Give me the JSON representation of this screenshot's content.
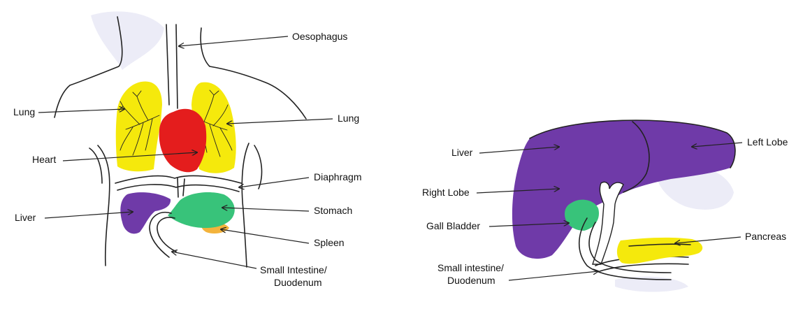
{
  "colors": {
    "lung": "#f5e90c",
    "heart": "#e41d1d",
    "liver": "#6f3aa8",
    "stomach": "#38c37a",
    "spleen": "#f3b33c",
    "pancreas": "#f5e90c",
    "gall_bladder": "#38c37a",
    "background_blob": "#ececf7"
  },
  "left_diagram": {
    "labels": {
      "oesophagus": "Oesophagus",
      "lung_left": "Lung",
      "lung_right": "Lung",
      "heart": "Heart",
      "diaphragm": "Diaphragm",
      "liver": "Liver",
      "stomach": "Stomach",
      "spleen": "Spleen",
      "small_intestine_line1": "Small Intestine/",
      "small_intestine_line2": "Duodenum"
    }
  },
  "right_diagram": {
    "labels": {
      "liver": "Liver",
      "left_lobe": "Left Lobe",
      "right_lobe": "Right Lobe",
      "gall_bladder": "Gall Bladder",
      "pancreas": "Pancreas",
      "small_intestine_line1": "Small intestine/",
      "small_intestine_line2": "Duodenum"
    }
  }
}
